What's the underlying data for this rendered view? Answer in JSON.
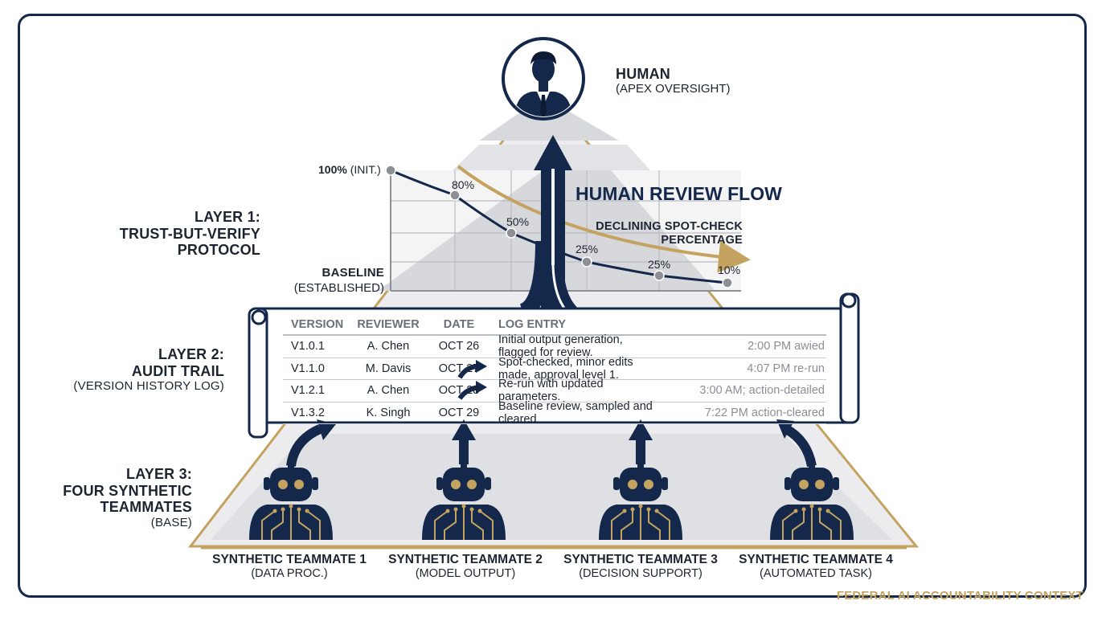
{
  "human": {
    "title": "HUMAN",
    "subtitle": "(APEX OVERSIGHT)"
  },
  "flow_label": "HUMAN REVIEW FLOW",
  "layers": {
    "layer1": {
      "line1": "LAYER 1:",
      "line2": "TRUST-BUT-VERIFY",
      "line3": "PROTOCOL"
    },
    "layer2": {
      "line1": "LAYER 2:",
      "line2": "AUDIT TRAIL",
      "sub": "(VERSION HISTORY LOG)"
    },
    "layer3": {
      "line1": "LAYER 3:",
      "line2": "FOUR SYNTHETIC",
      "line3": "TEAMMATES",
      "sub": "(BASE)"
    }
  },
  "chart_data": {
    "type": "line",
    "title": "DECLINING SPOT-CHECK PERCENTAGE",
    "series": [
      {
        "values": [
          100,
          80,
          50,
          25,
          25,
          10
        ],
        "labels_bold": [
          "100%",
          "",
          "",
          "",
          "",
          ""
        ],
        "labels": [
          " (INIT.)",
          "80%",
          "50%",
          "25%",
          "25%",
          "10%"
        ]
      }
    ],
    "baseline": {
      "title": "BASELINE",
      "sub": "(ESTABLISHED)"
    },
    "grid": true
  },
  "log": {
    "headers": [
      "VERSION",
      "REVIEWER",
      "DATE",
      "LOG ENTRY",
      ""
    ],
    "rows": [
      [
        "V1.0.1",
        "A. Chen",
        "OCT 26",
        "Initial output generation, flagged for review.",
        "2:00 PM awied"
      ],
      [
        "V1.1.0",
        "M. Davis",
        "OCT 27",
        "Spot-checked, minor edits made, approval level 1.",
        "4:07 PM re-run"
      ],
      [
        "V1.2.1",
        "A. Chen",
        "OCT 28",
        "Re-run with updated parameters.",
        "3:00 AM; action-detailed"
      ],
      [
        "V1.3.2",
        "K. Singh",
        "OCT 29",
        "Baseline review, sampled and cleared.",
        "7:22 PM action-cleared"
      ]
    ]
  },
  "teammates": [
    {
      "name": "SYNTHETIC TEAMMATE 1",
      "role": "(DATA PROC.)"
    },
    {
      "name": "SYNTHETIC TEAMMATE 2",
      "role": "(MODEL OUTPUT)"
    },
    {
      "name": "SYNTHETIC TEAMMATE 3",
      "role": "(DECISION SUPPORT)"
    },
    {
      "name": "SYNTHETIC TEAMMATE 4",
      "role": "(AUTOMATED TASK)"
    }
  ],
  "footer": "FEDERAL AI ACCOUNTABILITY CONTEXT",
  "colors": {
    "navy": "#14284b",
    "gold": "#c3a35f",
    "gray": "#e1e2e5"
  },
  "icons": {
    "human": "person-icon",
    "teammate": "robot-icon"
  }
}
